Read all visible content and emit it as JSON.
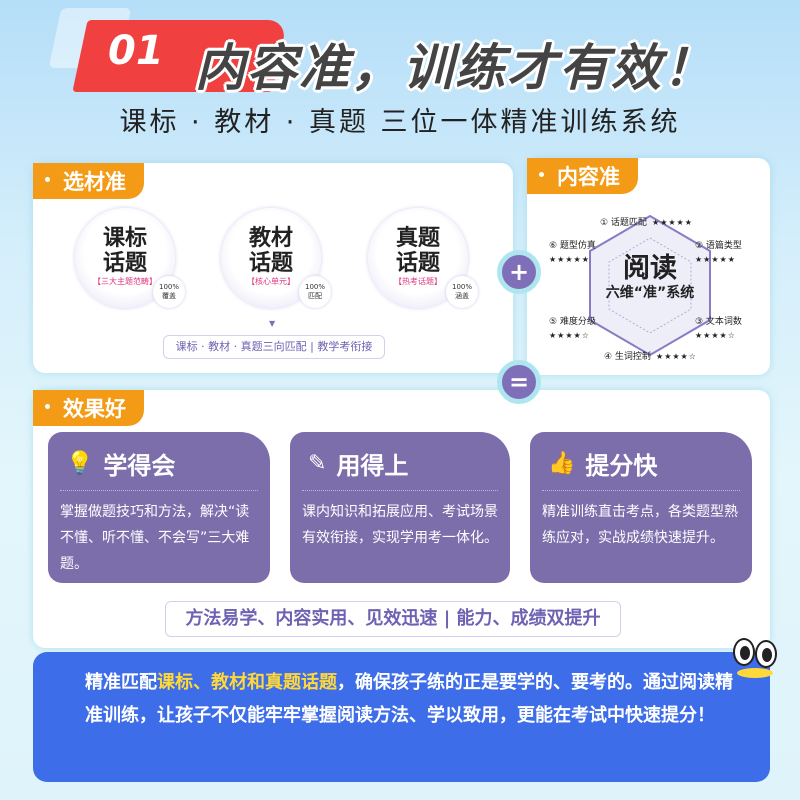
{
  "header": {
    "number": "01",
    "title": "内容准，训练才有效！",
    "subtitle": "课标 · 教材 · 真题 三位一体精准训练系统"
  },
  "select_section": {
    "tag": "选材准",
    "bubbles": [
      {
        "title1": "课标",
        "title2": "话题",
        "sub": "【三大主题范畴】",
        "badge1": "100%",
        "badge2": "覆盖"
      },
      {
        "title1": "教材",
        "title2": "话题",
        "sub": "【核心单元】",
        "badge1": "100%",
        "badge2": "匹配"
      },
      {
        "title1": "真题",
        "title2": "话题",
        "sub": "【热考话题】",
        "badge1": "100%",
        "badge2": "涵盖"
      }
    ],
    "summary": "课标 · 教材 · 真题三向匹配 | 教学考衔接"
  },
  "operators": {
    "plus": "+",
    "equals": "="
  },
  "content_section": {
    "tag": "内容准",
    "center1": "阅读",
    "center2": "六维“准”系统",
    "dims": [
      {
        "label": "① 话题匹配",
        "stars": "★★★★★"
      },
      {
        "label": "② 语篇类型",
        "stars": "★★★★★"
      },
      {
        "label": "③ 文本词数",
        "stars": "★★★★☆"
      },
      {
        "label": "④ 生词控制",
        "stars": "★★★★☆"
      },
      {
        "label": "⑤ 难度分级",
        "stars": "★★★★☆"
      },
      {
        "label": "⑥ 题型仿真",
        "stars": "★★★★★"
      }
    ]
  },
  "effect_section": {
    "tag": "效果好",
    "cards": [
      {
        "icon": "lightbulb-icon",
        "title": "学得会",
        "body": "掌握做题技巧和方法，解决“读不懂、听不懂、不会写”三大难题。"
      },
      {
        "icon": "edit-icon",
        "title": "用得上",
        "body": "课内知识和拓展应用、考试场景有效衔接，实现学用考一体化。"
      },
      {
        "icon": "thumbs-up-icon",
        "title": "提分快",
        "body": "精准训练直击考点，各类题型熟练应对，实战成绩快速提升。"
      }
    ],
    "summary": "方法易学、内容实用、见效迅速 | 能力、成绩双提升"
  },
  "bottom": {
    "pre": "精准匹配",
    "highlight": "课标、教材和真题话题",
    "post": "，确保孩子练的正是要学的、要考的。通过阅读精准训练，让孩子不仅能牢牢掌握阅读方法、学以致用，更能在考试中快速提分！"
  },
  "colors": {
    "accent_red": "#f04040",
    "tag_orange": "#f39a16",
    "purple": "#7b6eab",
    "blue": "#3d6de8",
    "highlight": "#ffd83a"
  }
}
